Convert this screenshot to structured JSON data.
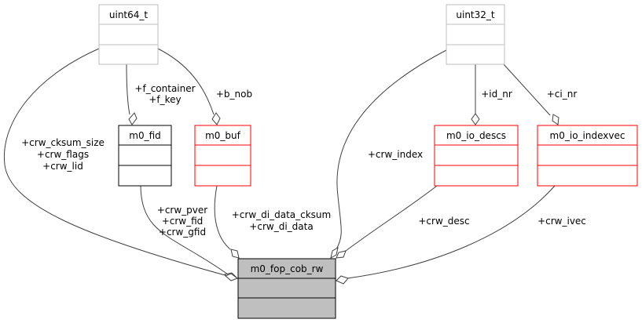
{
  "diagram": {
    "type": "collaboration",
    "nodes": {
      "uint64_t": {
        "name": "uint64_t",
        "style": "grey"
      },
      "uint32_t": {
        "name": "uint32_t",
        "style": "grey"
      },
      "m0_fid": {
        "name": "m0_fid",
        "style": "black"
      },
      "m0_buf": {
        "name": "m0_buf",
        "style": "red"
      },
      "m0_io_descs": {
        "name": "m0_io_descs",
        "style": "red"
      },
      "m0_io_indexvec": {
        "name": "m0_io_indexvec",
        "style": "red"
      },
      "m0_fop_cob_rw": {
        "name": "m0_fop_cob_rw",
        "style": "focus"
      }
    },
    "edges": [
      {
        "from": "uint64_t",
        "to": "m0_fid",
        "labels": [
          "+f_container",
          "+f_key"
        ]
      },
      {
        "from": "uint64_t",
        "to": "m0_buf",
        "labels": [
          "+b_nob"
        ]
      },
      {
        "from": "uint64_t",
        "to": "m0_fop_cob_rw",
        "labels": [
          "+crw_cksum_size",
          "+crw_flags",
          "+crw_lid"
        ]
      },
      {
        "from": "uint32_t",
        "to": "m0_io_descs",
        "labels": [
          "+id_nr"
        ]
      },
      {
        "from": "uint32_t",
        "to": "m0_io_indexvec",
        "labels": [
          "+ci_nr"
        ]
      },
      {
        "from": "uint32_t",
        "to": "m0_fop_cob_rw",
        "labels": [
          "+crw_index"
        ]
      },
      {
        "from": "m0_fid",
        "to": "m0_fop_cob_rw",
        "labels": [
          "+crw_pver",
          "+crw_fid",
          "+crw_gfid"
        ]
      },
      {
        "from": "m0_buf",
        "to": "m0_fop_cob_rw",
        "labels": [
          "+crw_di_data_cksum",
          "+crw_di_data"
        ]
      },
      {
        "from": "m0_io_descs",
        "to": "m0_fop_cob_rw",
        "labels": [
          "+crw_desc"
        ]
      },
      {
        "from": "m0_io_indexvec",
        "to": "m0_fop_cob_rw",
        "labels": [
          "+crw_ivec"
        ]
      }
    ]
  },
  "colors": {
    "grey_border": "#bfbfbf",
    "red_border": "#ff0000",
    "black_border": "#000000",
    "focus_fill": "#bfbfbf",
    "edge": "#404040"
  }
}
